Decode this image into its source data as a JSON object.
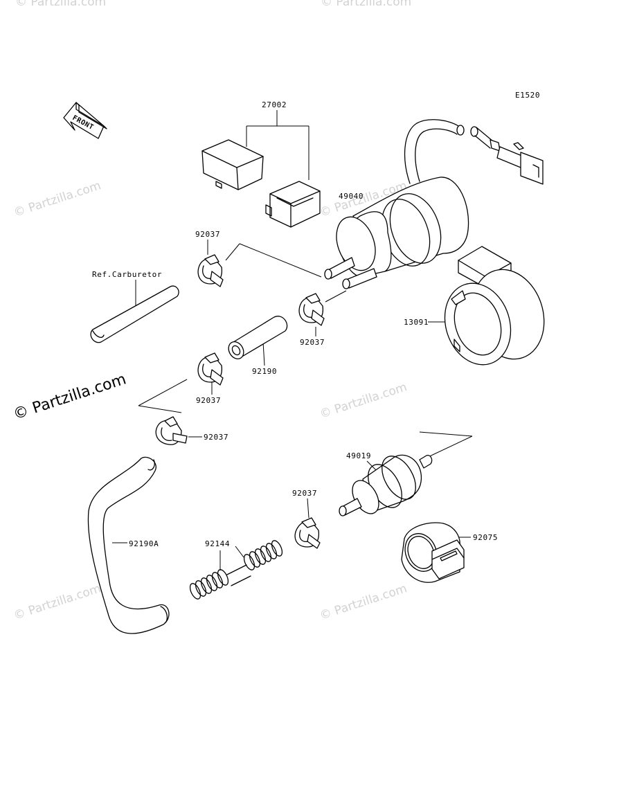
{
  "diagram": {
    "code": "E1520",
    "front_label": "FRONT",
    "reference_label": "Ref.Carburetor",
    "parts": {
      "p27002": "27002",
      "p49040": "49040",
      "p92037_a": "92037",
      "p92037_b": "92037",
      "p92037_c": "92037",
      "p92037_d": "92037",
      "p92037_e": "92037",
      "p13091": "13091",
      "p92190": "92190",
      "p49019": "49019",
      "p92190A": "92190A",
      "p92144": "92144",
      "p92075": "92075"
    }
  },
  "watermark": {
    "text": "© Partzilla.com"
  }
}
